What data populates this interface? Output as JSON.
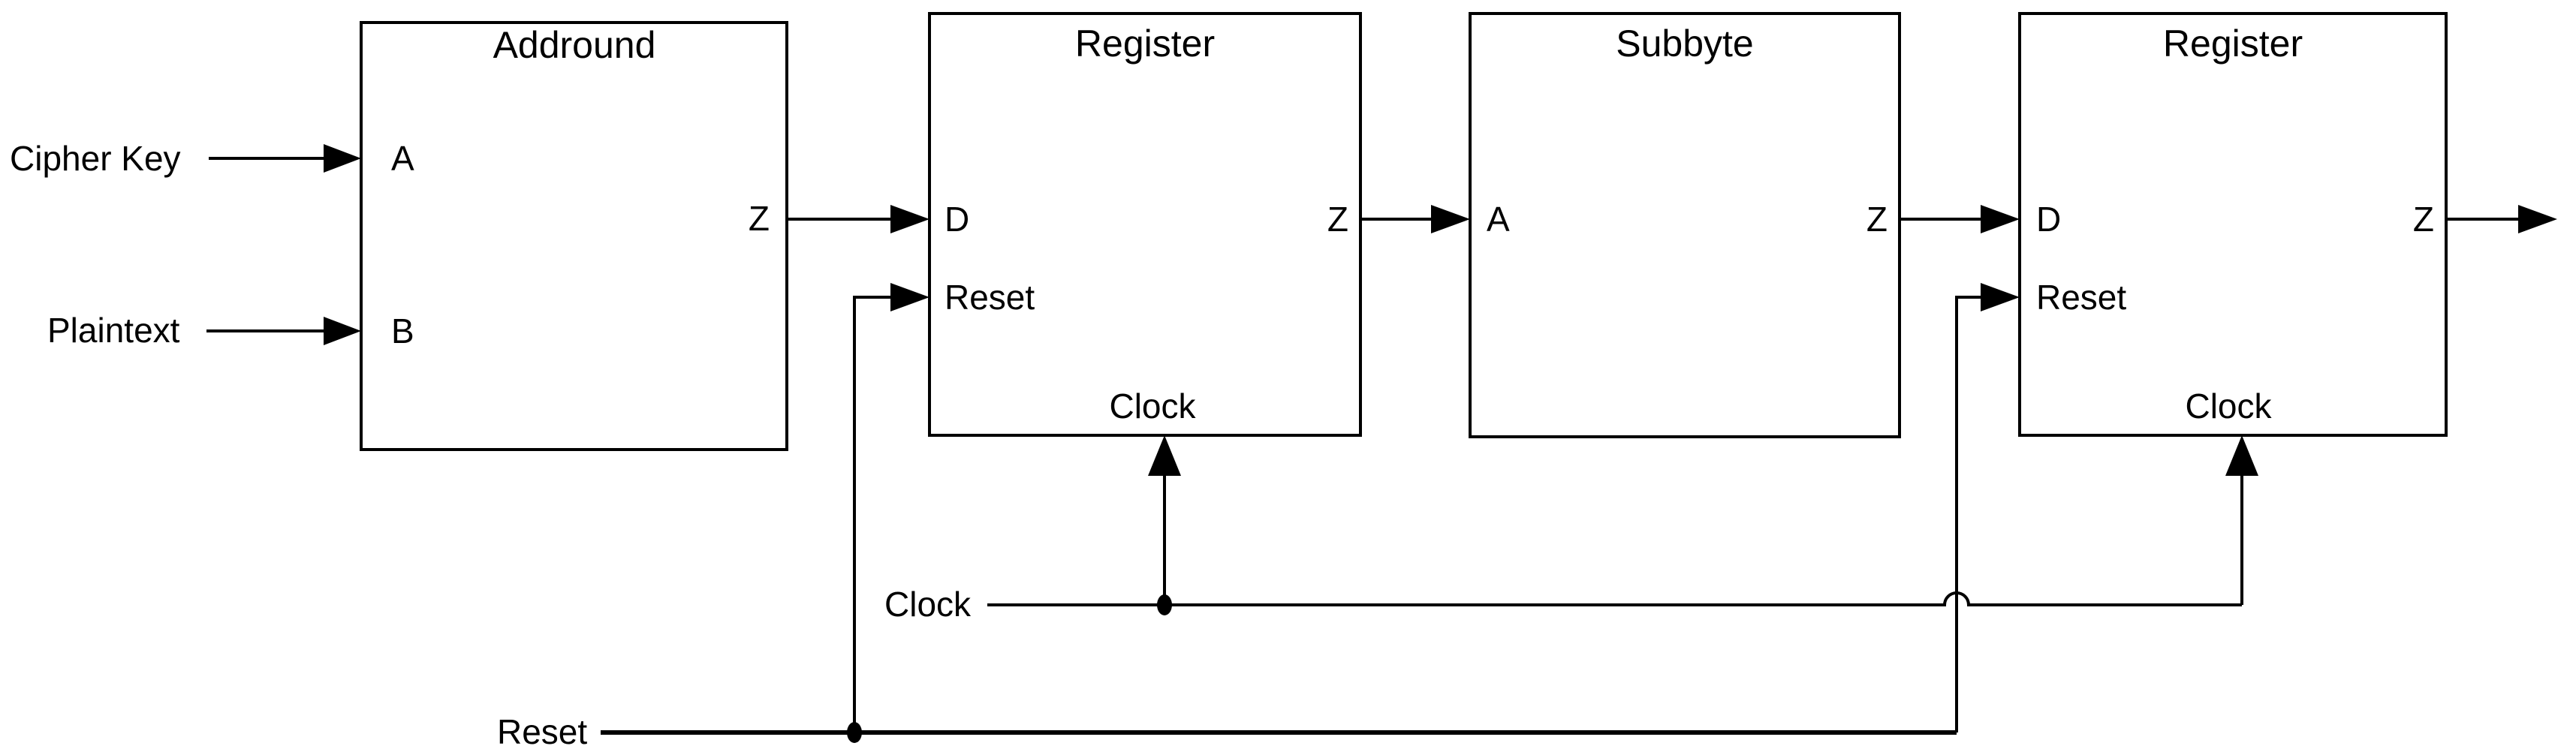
{
  "colors": {
    "background": "#ffffff",
    "line": "#000000",
    "text": "#000000"
  },
  "blocks": [
    {
      "title": "Addround",
      "ports": {
        "a": "A",
        "b": "B",
        "z": "Z"
      }
    },
    {
      "title": "Register",
      "ports": {
        "d": "D",
        "reset": "Reset",
        "z": "Z",
        "clock": "Clock"
      }
    },
    {
      "title": "Subbyte",
      "ports": {
        "a": "A",
        "z": "Z"
      }
    },
    {
      "title": "Register",
      "ports": {
        "d": "D",
        "reset": "Reset",
        "z": "Z",
        "clock": "Clock"
      }
    }
  ],
  "signals": {
    "cipher_key": "Cipher Key",
    "plaintext": "Plaintext",
    "clock": "Clock",
    "reset": "Reset"
  }
}
